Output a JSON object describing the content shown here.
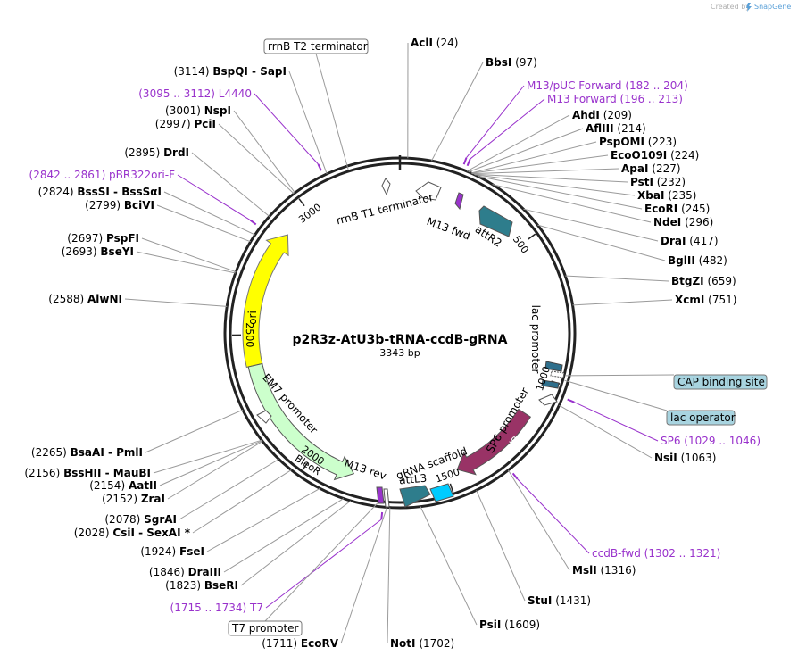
{
  "credit": "Created by",
  "brand": "SnapGene",
  "plasmid": {
    "name": "p2R3z-AtU3b-tRNA-ccdB-gRNA",
    "size": "3343 bp",
    "length": 3343
  },
  "ticks": [
    "500",
    "1000",
    "1500",
    "2000",
    "2500",
    "3000"
  ],
  "enzymes": [
    {
      "name": "AclI",
      "pos": "(24)",
      "site": 24
    },
    {
      "name": "BbsI",
      "pos": "(97)",
      "site": 97
    },
    {
      "name": "AhdI",
      "pos": "(209)",
      "site": 209
    },
    {
      "name": "AflIII",
      "pos": "(214)",
      "site": 214
    },
    {
      "name": "PspOMI",
      "pos": "(223)",
      "site": 223
    },
    {
      "name": "EcoO109I",
      "pos": "(224)",
      "site": 224
    },
    {
      "name": "ApaI",
      "pos": "(227)",
      "site": 227
    },
    {
      "name": "PstI",
      "pos": "(232)",
      "site": 232
    },
    {
      "name": "XbaI",
      "pos": "(235)",
      "site": 235
    },
    {
      "name": "EcoRI",
      "pos": "(245)",
      "site": 245
    },
    {
      "name": "NdeI",
      "pos": "(296)",
      "site": 296
    },
    {
      "name": "DraI",
      "pos": "(417)",
      "site": 417
    },
    {
      "name": "BglII",
      "pos": "(482)",
      "site": 482
    },
    {
      "name": "BtgZI",
      "pos": "(659)",
      "site": 659
    },
    {
      "name": "XcmI",
      "pos": "(751)",
      "site": 751
    },
    {
      "name": "NsiI",
      "pos": "(1063)",
      "site": 1063
    },
    {
      "name": "MslI",
      "pos": "(1316)",
      "site": 1316
    },
    {
      "name": "StuI",
      "pos": "(1431)",
      "site": 1431
    },
    {
      "name": "PsiI",
      "pos": "(1609)",
      "site": 1609
    },
    {
      "name": "NotI",
      "pos": "(1702)",
      "site": 1702
    },
    {
      "name": "EcoRV",
      "pos": "(1711)",
      "site": 1711
    },
    {
      "name": "BseRI",
      "pos": "(1823)",
      "site": 1823
    },
    {
      "name": "DraIII",
      "pos": "(1846)",
      "site": 1846
    },
    {
      "name": "FseI",
      "pos": "(1924)",
      "site": 1924
    },
    {
      "name": "CsiI - SexAI *",
      "pos": "(2028)",
      "site": 2028
    },
    {
      "name": "SgrAI",
      "pos": "(2078)",
      "site": 2078
    },
    {
      "name": "ZraI",
      "pos": "(2152)",
      "site": 2152
    },
    {
      "name": "AatII",
      "pos": "(2154)",
      "site": 2154
    },
    {
      "name": "BssHII - MauBI",
      "pos": "(2156)",
      "site": 2156
    },
    {
      "name": "BsaAI - PmlI",
      "pos": "(2265)",
      "site": 2265
    },
    {
      "name": "AlwNI",
      "pos": "(2588)",
      "site": 2588
    },
    {
      "name": "BseYI",
      "pos": "(2693)",
      "site": 2693
    },
    {
      "name": "PspFI",
      "pos": "(2697)",
      "site": 2697
    },
    {
      "name": "BciVI",
      "pos": "(2799)",
      "site": 2799
    },
    {
      "name": "BssSI - BssSαI",
      "pos": "(2824)",
      "site": 2824
    },
    {
      "name": "DrdI",
      "pos": "(2895)",
      "site": 2895
    },
    {
      "name": "PciI",
      "pos": "(2997)",
      "site": 2997
    },
    {
      "name": "NspI",
      "pos": "(3001)",
      "site": 3001
    },
    {
      "name": "BspQI - SapI",
      "pos": "(3114)",
      "site": 3114
    }
  ],
  "primers": [
    {
      "name": "M13/pUC Forward",
      "range": "(182 .. 204)",
      "site": 193
    },
    {
      "name": "M13 Forward",
      "range": "(196 .. 213)",
      "site": 204
    },
    {
      "name": "SP6",
      "range": "(1029 .. 1046)",
      "site": 1037
    },
    {
      "name": "ccdB-fwd",
      "range": "(1302 .. 1321)",
      "site": 1311
    },
    {
      "name": "T7",
      "range": "(1715 .. 1734)",
      "site": 1724
    },
    {
      "name": "pBR322ori-F",
      "range": "(2842 .. 2861)",
      "site": 2851
    },
    {
      "name": "L4440",
      "range": "(3095 .. 3112)",
      "site": 3103
    }
  ],
  "boxed_labels": [
    {
      "name": "rrnB T2 terminator"
    },
    {
      "name": "CAP binding site"
    },
    {
      "name": "lac operator"
    },
    {
      "name": "T7 promoter"
    }
  ],
  "features": [
    {
      "name": "rrnB T1 terminator"
    },
    {
      "name": "M13 fwd"
    },
    {
      "name": "attR2"
    },
    {
      "name": "lac promoter"
    },
    {
      "name": "SP6 promoter"
    },
    {
      "name": "ccdB"
    },
    {
      "name": "gRNA scaffold"
    },
    {
      "name": "attL3"
    },
    {
      "name": "M13 rev"
    },
    {
      "name": "BleoR"
    },
    {
      "name": "EM7 promoter"
    },
    {
      "name": "ori"
    }
  ],
  "colors": {
    "ori": "#ffff00",
    "bleoR": "#ccffcc",
    "att": "#2e7d8c",
    "ccdB": "#993366",
    "gRNA": "#00ccff",
    "m13": "#9933cc",
    "lac": "#2e6f8c",
    "primer": "#9932cc",
    "box_fill": "#a8d4e0"
  }
}
